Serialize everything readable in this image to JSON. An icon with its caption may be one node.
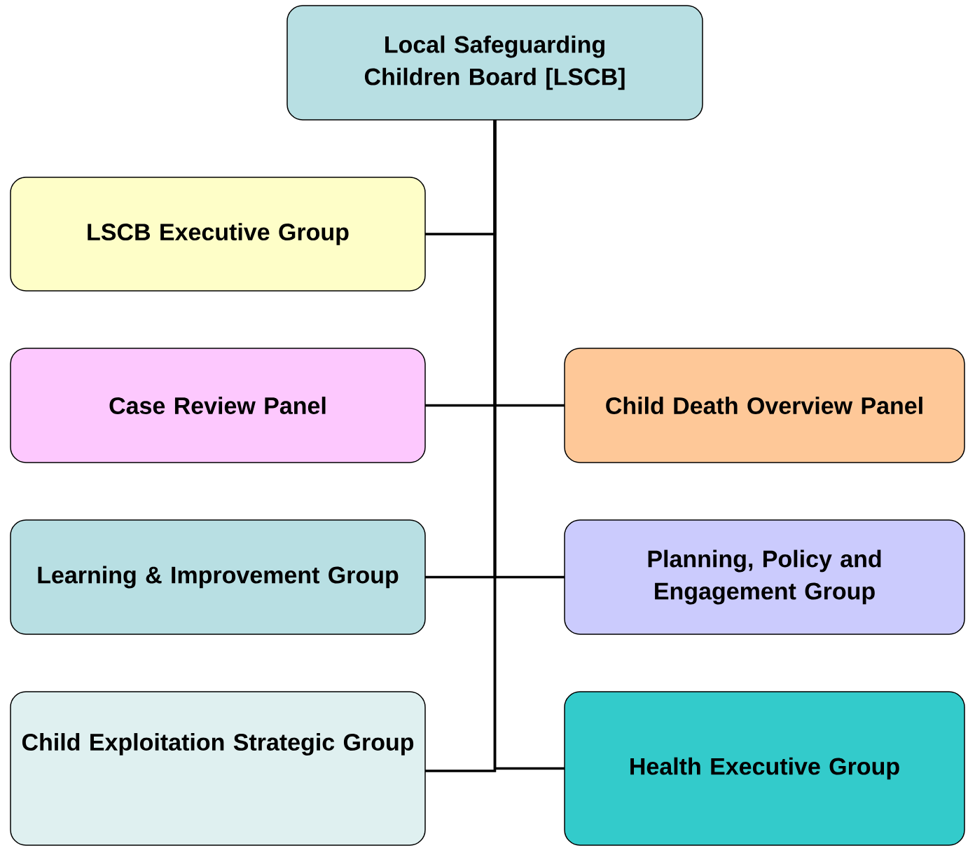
{
  "diagram": {
    "nodes": [
      {
        "text": [
          "Local Safeguarding Children Board [LSCB]"
        ]
      },
      {
        "text": [
          "LSCB Executive Group"
        ]
      },
      {
        "text": [
          "Case Review Panel"
        ]
      },
      {
        "text": [
          "Child Death Overview Panel"
        ]
      },
      {
        "text": [
          "Learning & Improvement Group"
        ]
      },
      {
        "text": [
          "Planning, Policy and Engagement Group"
        ]
      },
      {
        "text": [
          "Child Exploitation Strategic Group"
        ]
      },
      {
        "text": [
          "Health Executive Group"
        ]
      }
    ],
    "edges": [
      {
        "from": 0,
        "to": 1,
        "arrow": "none"
      },
      {
        "from": 0,
        "to": 2,
        "arrow": "none"
      },
      {
        "from": 0,
        "to": 3,
        "arrow": "none"
      },
      {
        "from": 0,
        "to": 4,
        "arrow": "none"
      },
      {
        "from": 0,
        "to": 5,
        "arrow": "none"
      },
      {
        "from": 0,
        "to": 6,
        "arrow": "none"
      },
      {
        "from": 0,
        "to": 7,
        "arrow": "none"
      }
    ]
  }
}
